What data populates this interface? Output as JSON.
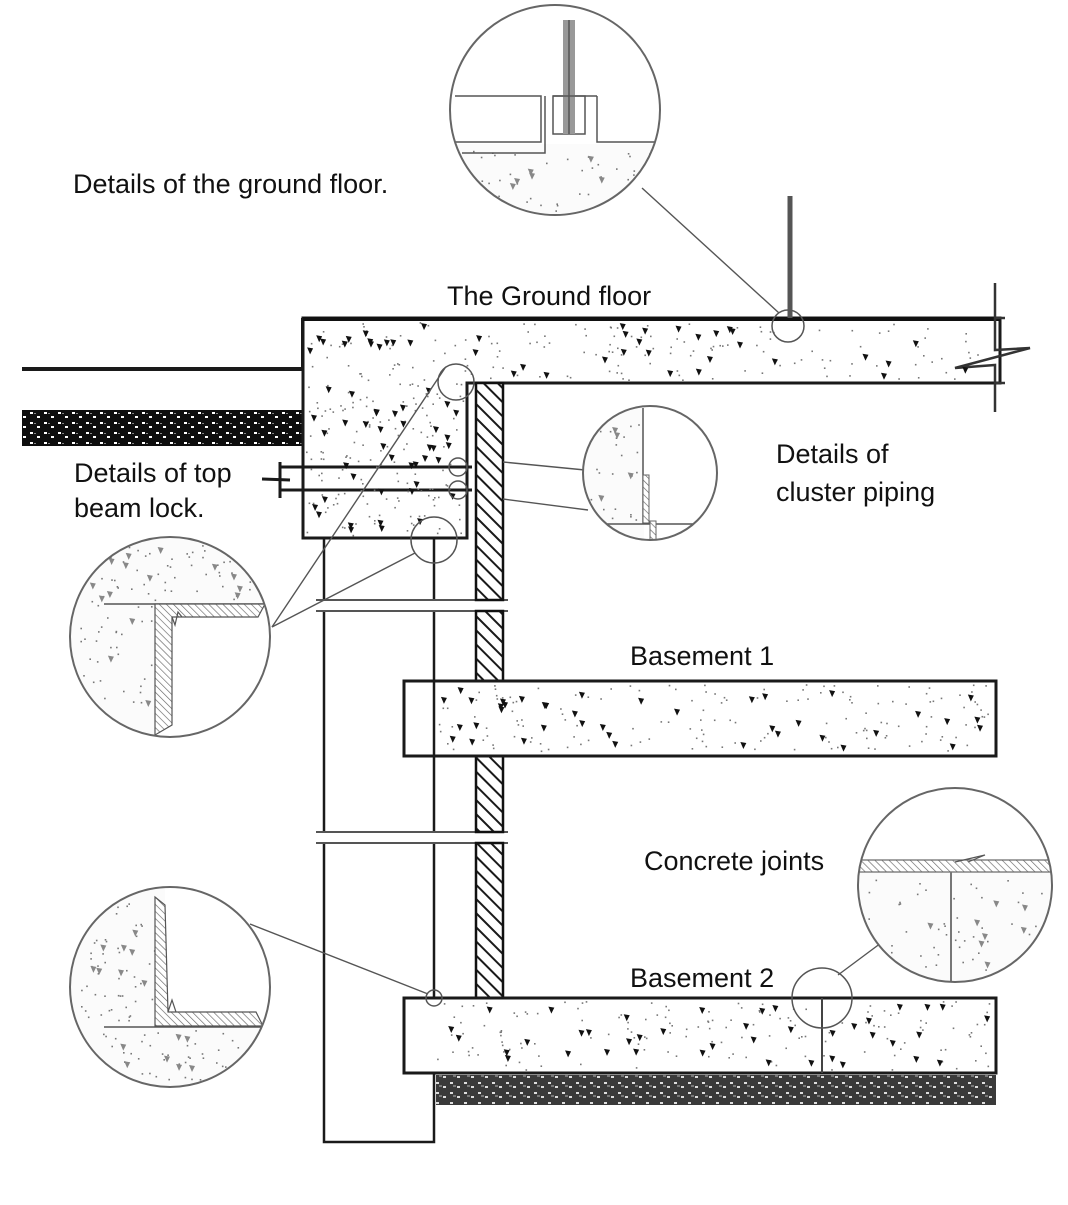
{
  "diagram": {
    "title": "Basement waterproofing section",
    "colors": {
      "line": "#1a1a1a",
      "thin_line": "#555555",
      "hatch": "#222222",
      "soil": "#111111",
      "background": "#ffffff"
    },
    "labels": {
      "ground_floor_details": "Details of the ground floor.",
      "ground_floor": "The Ground floor",
      "top_beam_lock_line1": "Details of top",
      "top_beam_lock_line2": "beam lock.",
      "cluster_piping_line1": "Details of",
      "cluster_piping_line2": "cluster piping",
      "basement_1": "Basement 1",
      "concrete_joints": "Concrete joints",
      "basement_2": "Basement 2"
    },
    "detail_callouts": [
      {
        "name": "ground-floor-detail",
        "depicts": "vertical pipe through slab with waterproofing"
      },
      {
        "name": "top-beam-lock-detail",
        "depicts": "L-shaped waterproofing membrane at beam corner"
      },
      {
        "name": "cluster-piping-detail",
        "depicts": "membrane at pipe penetration"
      },
      {
        "name": "bottom-corner-detail",
        "depicts": "L-shaped waterproofing at basement 2 corner"
      },
      {
        "name": "concrete-joints-detail",
        "depicts": "hatched membrane over slab joint"
      }
    ]
  }
}
